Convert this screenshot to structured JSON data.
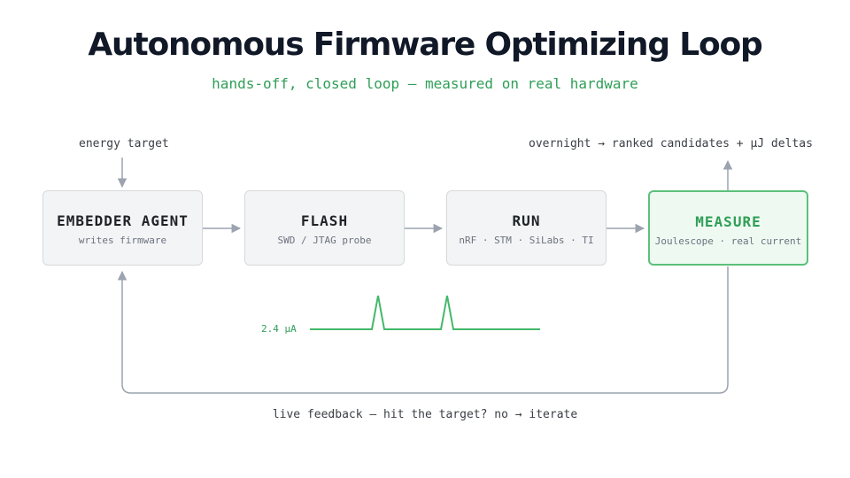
{
  "title": "Autonomous Firmware Optimizing Loop",
  "subtitle": "hands-off, closed loop — measured on real hardware",
  "input_label": "energy target",
  "output_label": "overnight → ranked candidates + μJ deltas",
  "steps": [
    {
      "title": "EMBEDDER AGENT",
      "subtitle": "writes firmware"
    },
    {
      "title": "FLASH",
      "subtitle": "SWD / JTAG probe"
    },
    {
      "title": "RUN",
      "subtitle": "nRF · STM · SiLabs · TI"
    },
    {
      "title": "MEASURE",
      "subtitle": "Joulescope · real current"
    }
  ],
  "current_trace": {
    "baseline_label": "2.4 μA"
  },
  "feedback_label": "live feedback — hit the target? no → iterate",
  "colors": {
    "accent_green": "#2f9e57",
    "highlight_border": "#5cc07a",
    "highlight_fill": "#eefaf1",
    "box_fill": "#f3f4f5",
    "box_border": "#d6d8db",
    "connector": "#9ca3af",
    "title_text": "#111827"
  }
}
